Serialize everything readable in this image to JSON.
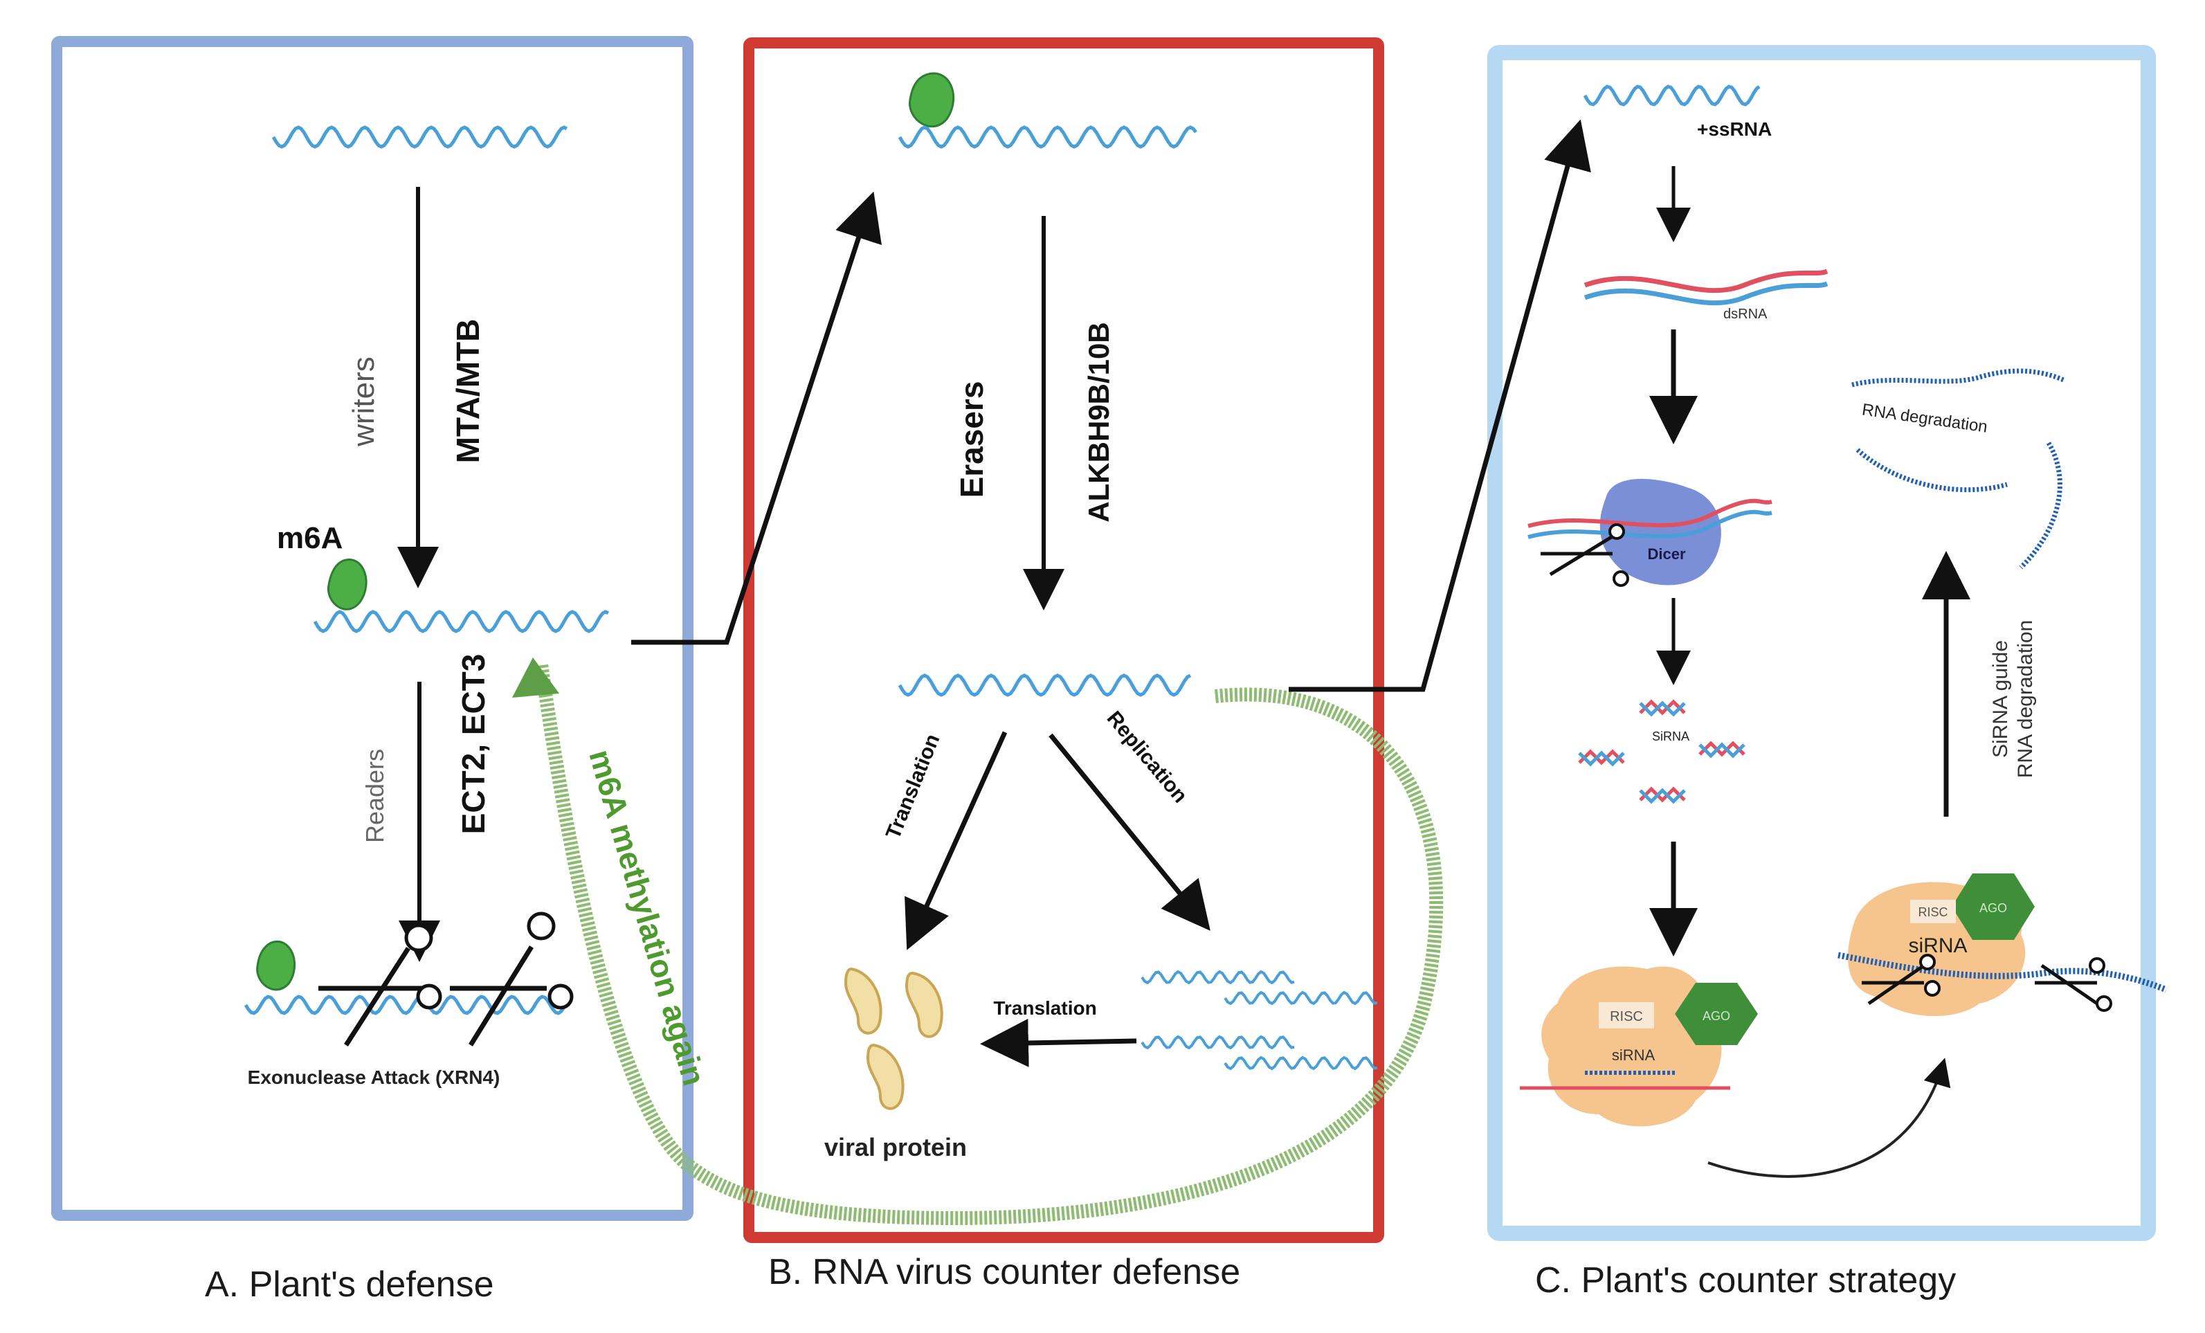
{
  "panels": {
    "a": {
      "caption": "A. Plant's defense",
      "writers": "writers",
      "writer_proteins": "MTA/MTB",
      "m6a": "m6A",
      "readers": "Readers",
      "reader_proteins": "ECT2, ECT3",
      "exonuclease": "Exonuclease Attack (XRN4)"
    },
    "b": {
      "caption": "B. RNA virus counter defense",
      "erasers": "Erasers",
      "eraser_proteins": "ALKBH9B/10B",
      "translation_1": "Translation",
      "replication": "Replication",
      "translation_2": "Translation",
      "viral_protein": "viral protein"
    },
    "c": {
      "caption": "C. Plant's counter strategy",
      "ssrna": "+ssRNA",
      "dsrna": "dsRNA",
      "dicer": "Dicer",
      "sirna": "SiRNA",
      "risc_1": "RISC",
      "ago_1": "AGO",
      "sirna_1": "siRNA",
      "rna_degradation": "RNA degradation",
      "sirna_guide_line1": "SiRNA guide",
      "sirna_guide_line2": "RNA degradation",
      "risc_2": "RISC",
      "ago_2": "AGO",
      "sirna_2": "siRNA"
    }
  },
  "feedback_label": "m6A methylation again",
  "colors": {
    "panel_a_border": "#8fa9d8",
    "panel_b_border": "#cf3a33",
    "panel_c_border": "#b5d9f2",
    "rna_wave": "#4a9fd8",
    "m6a_mark": "#4caf45",
    "feedback": "#6aa84f",
    "dicer": "#7b8fd6",
    "risc": "#f6c58d",
    "ago": "#3f8f3a",
    "strand_red": "#e05060",
    "strand_blue": "#1f5fb8",
    "viral_protein": "#f2dfa5"
  }
}
